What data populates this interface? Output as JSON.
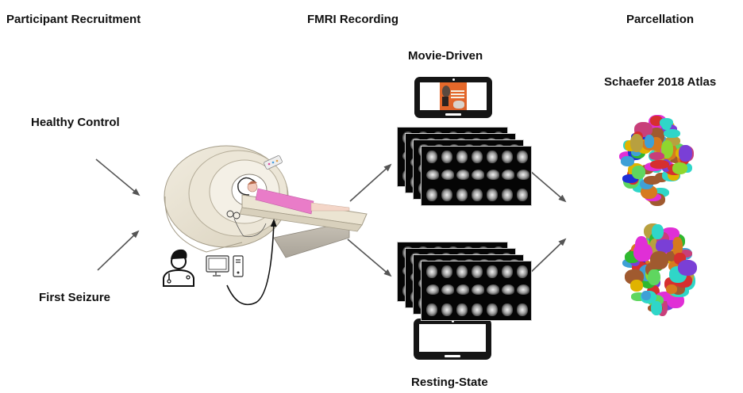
{
  "sections": {
    "recruitment": "Participant Recruitment",
    "recording": "FMRI Recording",
    "parcellation": "Parcellation"
  },
  "groups": {
    "healthy": "Healthy Control",
    "seizure": "First Seizure"
  },
  "conditions": {
    "movie": "Movie-Driven",
    "rest": "Resting-State"
  },
  "atlas": {
    "name": "Schaefer 2018 Atlas"
  },
  "icons": {
    "scanner": "mri-scanner-icon",
    "clinician": "doctor-icon",
    "computer": "computer-icon",
    "tablet": "tablet-icon",
    "brain_slices": "brain-slices-icon",
    "brain_parcellation": "brain-parcellation-icon",
    "arrow": "arrow-icon"
  },
  "colors": {
    "arrow": "#555555",
    "poster": "#e4662a",
    "gown": "#e97cc8",
    "scanner": "#e9e3d3"
  }
}
